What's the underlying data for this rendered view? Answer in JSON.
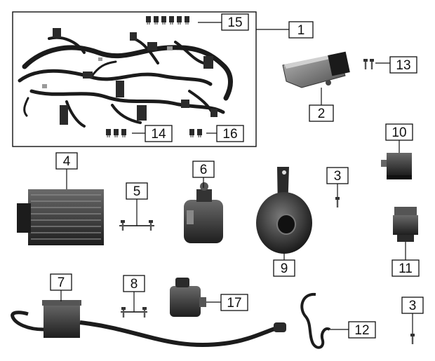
{
  "figure": {
    "title": "",
    "background_color": "#ffffff",
    "line_color": "#111111",
    "part_shade_color": "#3a3a3a"
  },
  "callouts": {
    "c1": "1",
    "c2": "2",
    "c3a": "3",
    "c3b": "3",
    "c4": "4",
    "c5": "5",
    "c6": "6",
    "c7": "7",
    "c8": "8",
    "c9": "9",
    "c10": "10",
    "c11": "11",
    "c12": "12",
    "c13": "13",
    "c14": "14",
    "c15": "15",
    "c16": "16",
    "c17": "17"
  },
  "parts": [
    {
      "callout": "1",
      "depicts": "wiring harness"
    },
    {
      "callout": "2",
      "depicts": "control unit"
    },
    {
      "callout": "3",
      "depicts": "bolt"
    },
    {
      "callout": "4",
      "depicts": "regulator rectifier"
    },
    {
      "callout": "5",
      "depicts": "bolts"
    },
    {
      "callout": "6",
      "depicts": "starter relay"
    },
    {
      "callout": "7",
      "depicts": "ignition coil"
    },
    {
      "callout": "8",
      "depicts": "bolts"
    },
    {
      "callout": "9",
      "depicts": "horn"
    },
    {
      "callout": "10",
      "depicts": "relay"
    },
    {
      "callout": "11",
      "depicts": "connector"
    },
    {
      "callout": "12",
      "depicts": "spring clip"
    },
    {
      "callout": "13",
      "depicts": "screws"
    },
    {
      "callout": "14",
      "depicts": "fuses"
    },
    {
      "callout": "15",
      "depicts": "fuses"
    },
    {
      "callout": "16",
      "depicts": "fuses"
    },
    {
      "callout": "17",
      "depicts": "connector cap"
    }
  ]
}
